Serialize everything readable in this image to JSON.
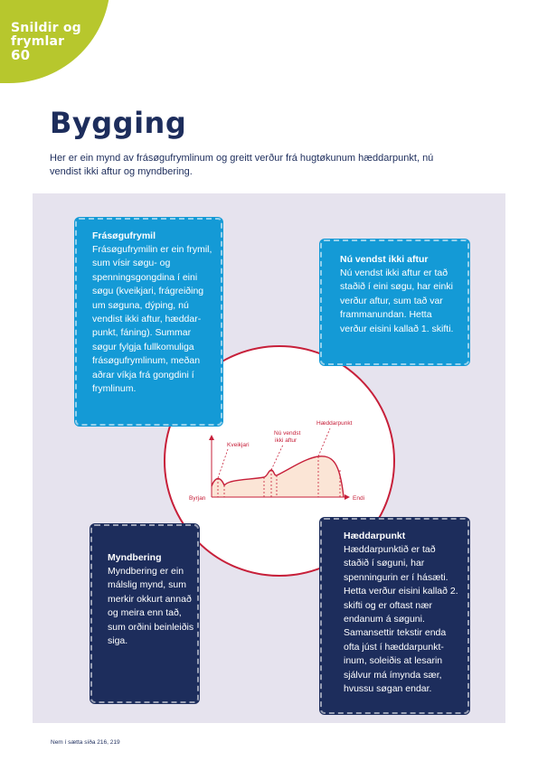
{
  "header": {
    "section_line1": "Snildir og",
    "section_line2": "frymlar",
    "section_number": "60"
  },
  "title": "Bygging",
  "intro": "Her er ein mynd av frásøgufrymlinum og greitt verður frá hugtøkunum hæddarpunkt, nú vendist ikki aftur og myndbering.",
  "boxes": {
    "frasogufrymil": {
      "heading": "Frásøgufrymil",
      "body": "Frásøgufrymilin er ein frymil, sum vísir søgu- og spenningsgongdina í eini søgu (kveikjari, frágreiðing um søguna, dýping, nú vendist ikki aftur, hæddar-punkt, fáning). Summar søgur fylgja fullkomuliga frásøgufrymlinum, meðan aðrar víkja frá gongdini í frymlinum."
    },
    "nu_vendst": {
      "heading": "Nú vendst ikki aftur",
      "body": "Nú vendst ikki aftur er tað staðið í eini søgu, har einki verður aftur, sum tað var frammanundan. Hetta verður eisini kallað 1. skifti."
    },
    "myndbering": {
      "heading": "Myndbering",
      "body": "Myndbering er ein málslig mynd, sum merkir okkurt annað og meira enn tað, sum orðini beinleiðis siga."
    },
    "haeddarpunkt": {
      "heading": "Hæddarpunkt",
      "body": "Hæddarpunktið er tað staðið í søguni, har spenningurin er í hásæti. Hetta verður eisini kallað 2. skifti og er oftast nær endanum á søguni. Samansettir tekstir enda ofta júst í hæddarpunkt-inum, soleiðis at lesarin sjálvur má ímynda sær, hvussu søgan endar."
    }
  },
  "diagram": {
    "label_start": "Byrjan",
    "label_end": "Endi",
    "label_trigger": "Kveikjari",
    "label_turn_line1": "Nú vendst",
    "label_turn_line2": "ikki aftur",
    "label_peak": "Hæddarpunkt"
  },
  "footer": "Nem í sætta síða 216, 219",
  "colors": {
    "lime": "#b7c72d",
    "navy": "#1d2d5c",
    "blue": "#149ad6",
    "red": "#c7203a",
    "panel": "#e6e3ee",
    "curve_fill": "#fbe5d6"
  }
}
